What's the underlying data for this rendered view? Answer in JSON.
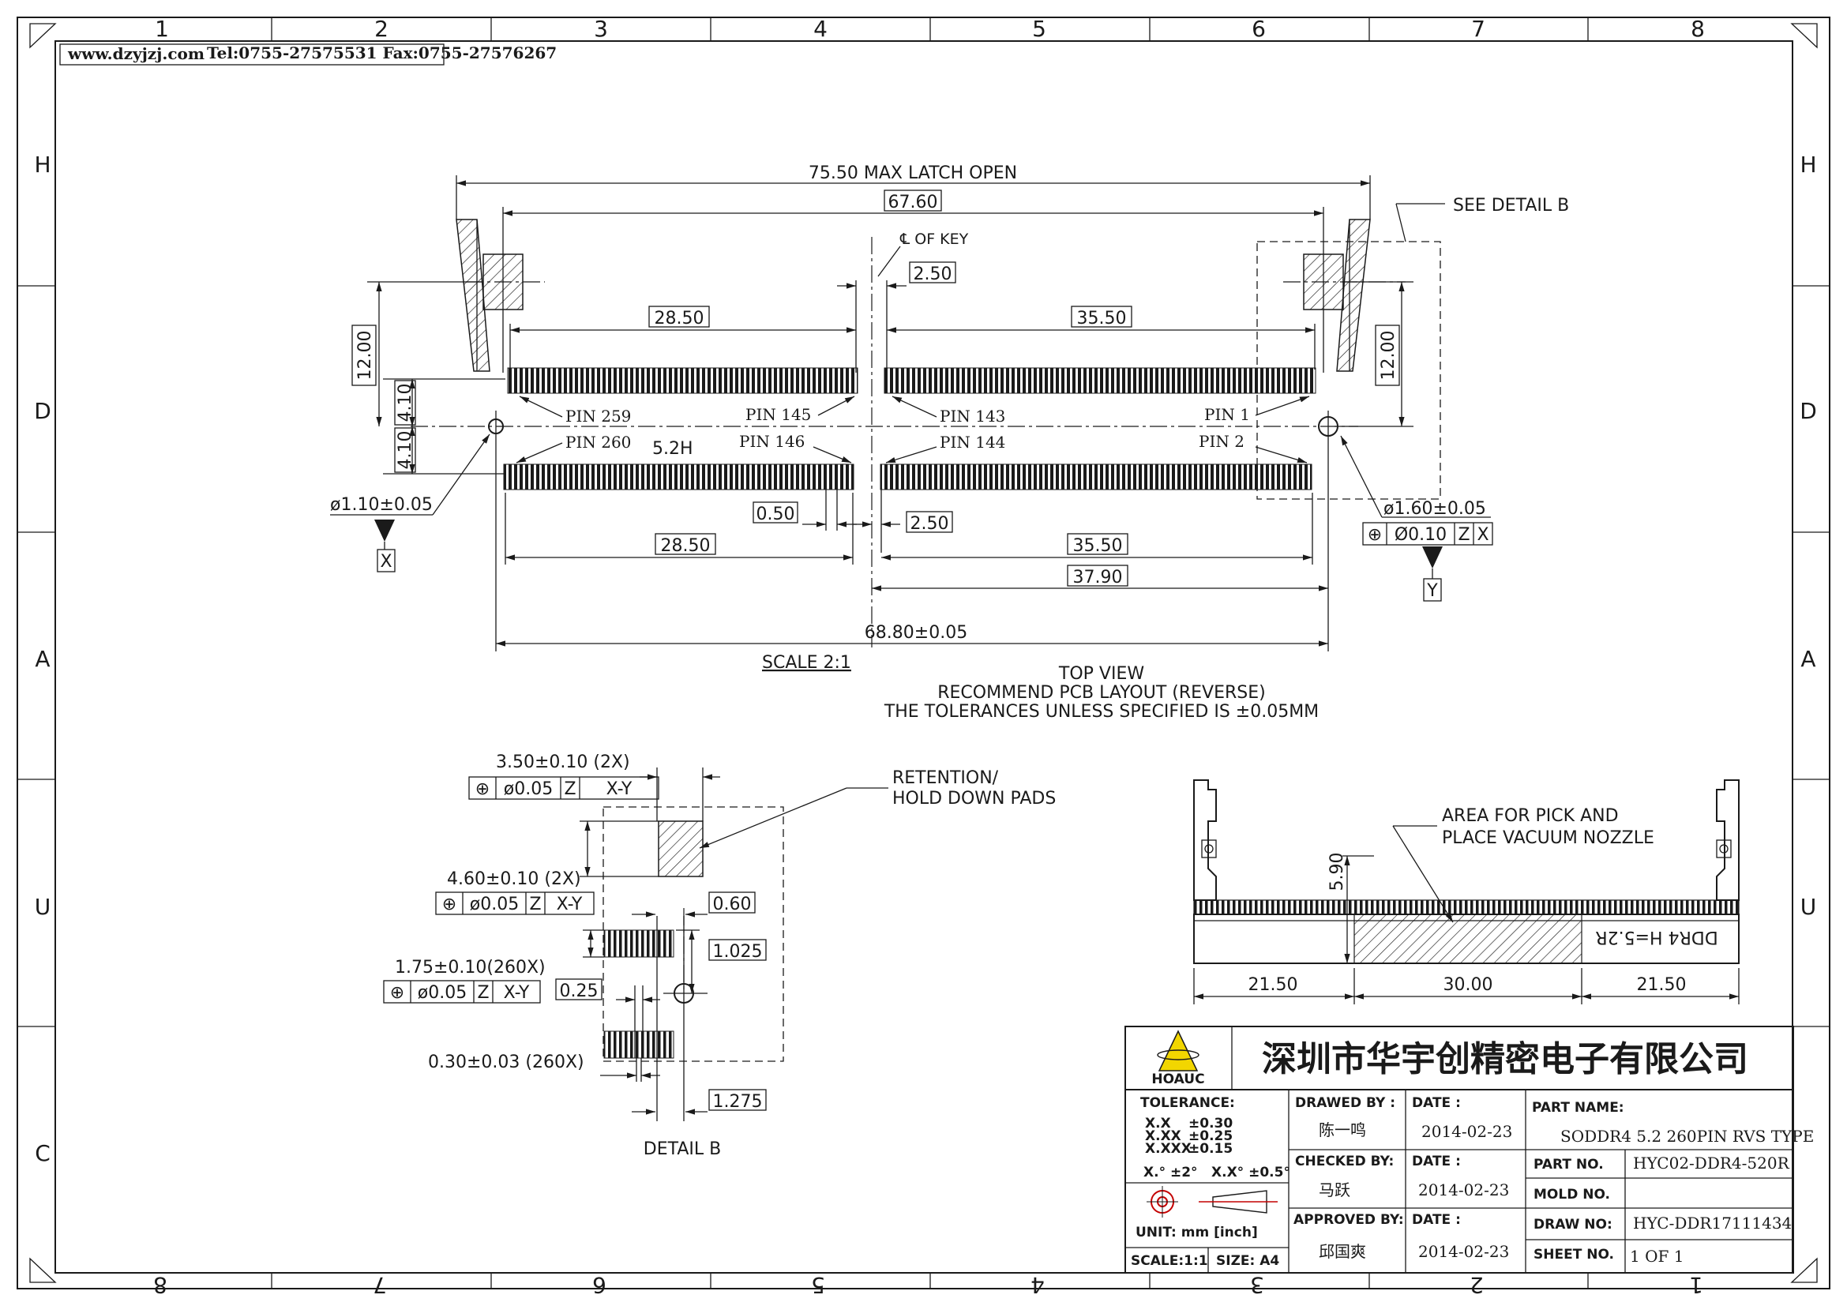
{
  "header": {
    "website": "www.dzyjzj.com",
    "contact": "Tel:0755-27575531 Fax:0755-27576267"
  },
  "grid": {
    "columns_top": [
      "1",
      "2",
      "3",
      "4",
      "5",
      "6",
      "7",
      "8"
    ],
    "columns_bottom": [
      "8",
      "7",
      "6",
      "5",
      "4",
      "3",
      "2",
      "1"
    ],
    "rows_left": [
      "H",
      "D",
      "A",
      "U",
      "C"
    ],
    "rows_right": [
      "H",
      "D",
      "A",
      "U"
    ]
  },
  "top_view": {
    "dim_latch_open": "75.50 MAX LATCH OPEN",
    "dim_67_60": "67.60",
    "key_label": "℄ OF KEY",
    "dim_2_50_top": "2.50",
    "dim_28_50_top": "28.50",
    "dim_35_50_top": "35.50",
    "dim_12_left": "12.00",
    "dim_12_right": "12.00",
    "dim_4_10_a": "4.10",
    "dim_4_10_b": "4.10",
    "pin_259": "PIN 259",
    "pin_145": "PIN 145",
    "pin_143": "PIN 143",
    "pin_1": "PIN 1",
    "pin_260": "PIN 260",
    "pin_146": "PIN 146",
    "pin_144": "PIN 144",
    "pin_2": "PIN 2",
    "height_mark": "5.2H",
    "hole_left": "ø1.10±0.05",
    "datum_x": "X",
    "dim_0_50": "0.50",
    "dim_2_50_bottom": "2.50",
    "dim_28_50_bottom": "28.50",
    "dim_35_50_bottom": "35.50",
    "dim_37_90": "37.90",
    "dim_68_80": "68.80±0.05",
    "hole_right": "ø1.60±0.05",
    "fcf_right": [
      "⊕",
      "Ø0.10",
      "Z",
      "X"
    ],
    "datum_y": "Y",
    "see_detail": "SEE DETAIL B",
    "scale": "SCALE 2:1",
    "caption_1": "TOP VIEW",
    "caption_2": "RECOMMEND PCB LAYOUT (REVERSE)",
    "caption_3": "THE TOLERANCES UNLESS SPECIFIED IS ±0.05MM"
  },
  "detail_b": {
    "dim_3_50": "3.50±0.10 (2X)",
    "fcf_1": [
      "⊕",
      "ø0.05",
      "Z",
      "X-Y"
    ],
    "retention_1": "RETENTION/",
    "retention_2": "HOLD DOWN PADS",
    "dim_4_60": "4.60±0.10 (2X)",
    "fcf_2": [
      "⊕",
      "ø0.05",
      "Z",
      "X-Y"
    ],
    "dim_0_60": "0.60",
    "dim_1_025": "1.025",
    "dim_1_75": "1.75±0.10(260X)",
    "fcf_3": [
      "⊕",
      "ø0.05",
      "Z",
      "X-Y"
    ],
    "dim_0_25": "0.25",
    "dim_0_30": "0.30±0.03 (260X)",
    "dim_1_275": "1.275",
    "title": "DETAIL B"
  },
  "side_view": {
    "area_1": "AREA FOR PICK AND",
    "area_2": "PLACE VACUUM NOZZLE",
    "dim_5_90": "5.90",
    "marking": "DDR4 H=5.2R",
    "dim_21_50_left": "21.50",
    "dim_30_00": "30.00",
    "dim_21_50_right": "21.50"
  },
  "title_block": {
    "company": "深圳市华宇创精密电子有限公司",
    "logo_text": "HOAUC",
    "tolerance_label": "TOLERANCE:",
    "tol_rows": [
      [
        "X.X",
        "±0.30"
      ],
      [
        "X.XX",
        "±0.25"
      ],
      [
        "X.XXX",
        "±0.15"
      ]
    ],
    "tol_angle_1": "X.° ±2°",
    "tol_angle_2": "X.X° ±0.5°",
    "unit": "UNIT:  mm [inch]",
    "scale": "SCALE:1:1",
    "size": "SIZE: A4",
    "drawed_by_label": "DRAWED BY :",
    "drawed_by": "陈一鸣",
    "checked_by_label": "CHECKED BY:",
    "checked_by": "马跃",
    "approved_by_label": "APPROVED BY:",
    "approved_by": "邱国爽",
    "date_label": "DATE :",
    "date_1": "2014-02-23",
    "date_2": "2014-02-23",
    "date_3": "2014-02-23",
    "part_name_label": "PART NAME:",
    "part_name": "SODDR4 5.2 260PIN RVS TYPE",
    "part_no_label": "PART NO.",
    "part_no": "HYC02-DDR4-520R",
    "mold_no_label": "MOLD NO.",
    "mold_no": "",
    "draw_no_label": "DRAW NO:",
    "draw_no": "HYC-DDR17111434",
    "sheet_no_label": "SHEET NO.",
    "sheet_no": "1 OF 1"
  }
}
